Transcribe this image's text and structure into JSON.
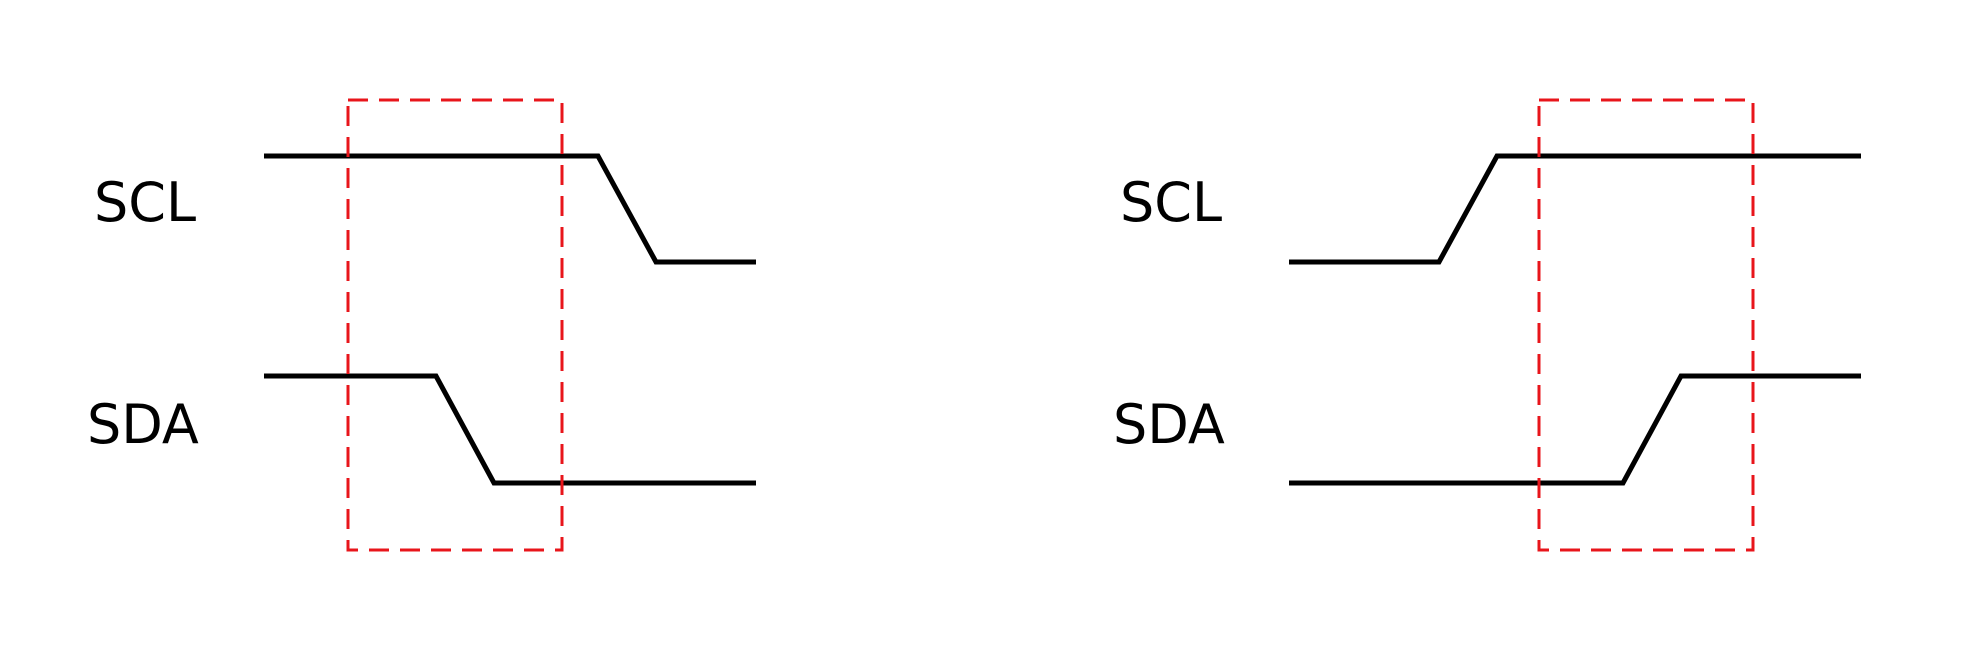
{
  "colors": {
    "waveform": "#000000",
    "highlight": "#e8151b"
  },
  "panels": [
    {
      "id": "start-condition",
      "scl_label": "SCL",
      "sda_label": "SDA"
    },
    {
      "id": "stop-condition",
      "scl_label": "SCL",
      "sda_label": "SDA"
    }
  ]
}
